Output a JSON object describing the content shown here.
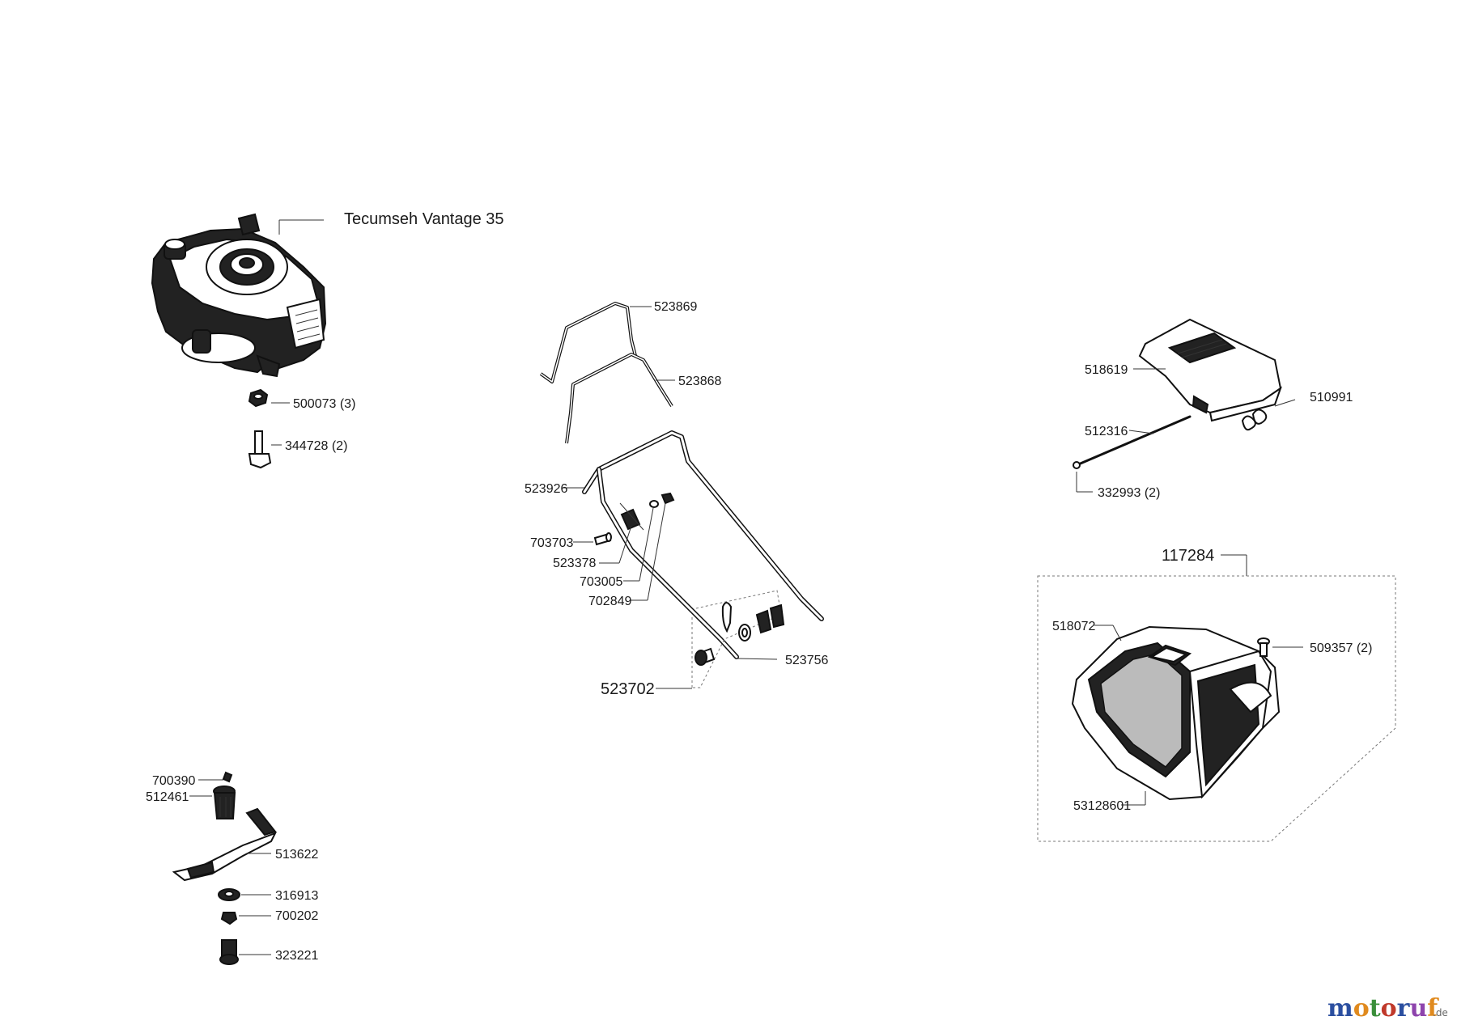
{
  "labels": {
    "engine": "Tecumseh Vantage 35",
    "p500073": "500073 (3)",
    "p344728": "344728 (2)",
    "p523869": "523869",
    "p523868": "523868",
    "p523926": "523926",
    "p703703": "703703",
    "p523378": "523378",
    "p703005": "703005",
    "p702849": "702849",
    "p523756": "523756",
    "p523702": "523702",
    "p518619": "518619",
    "p510991": "510991",
    "p512316": "512316",
    "p332993": "332993 (2)",
    "p117284": "117284",
    "p518072": "518072",
    "p509357": "509357 (2)",
    "p53128601": "53128601",
    "p700390": "700390",
    "p512461": "512461",
    "p513622": "513622",
    "p316913": "316913",
    "p700202": "700202",
    "p323221": "323221"
  },
  "watermark": {
    "letters": [
      "m",
      "o",
      "t",
      "o",
      "r",
      "u",
      "f"
    ],
    "letter_colors": [
      "#2b4fa0",
      "#e08a1e",
      "#3a8f3a",
      "#c0392b",
      "#2b4fa0",
      "#8e44ad",
      "#e08a1e"
    ],
    "suffix": ".de"
  }
}
